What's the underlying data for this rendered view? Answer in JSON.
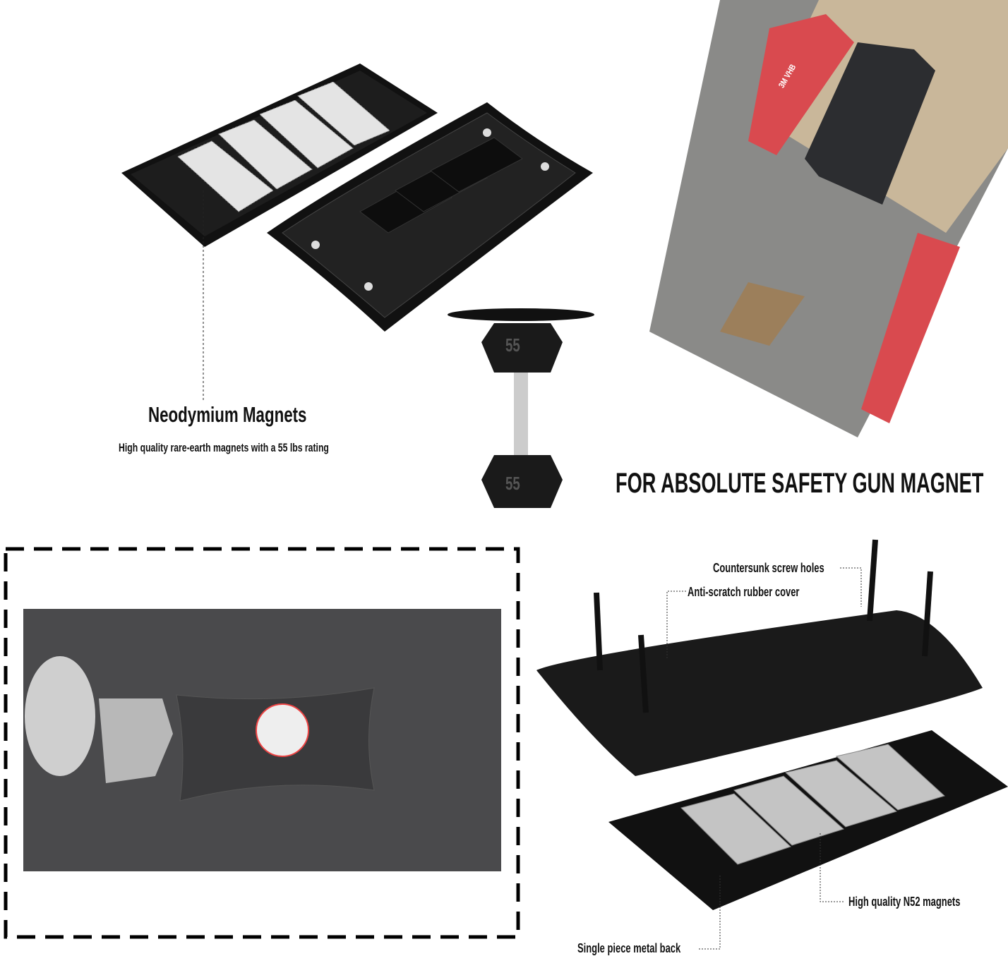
{
  "top_left": {
    "title": "Neodymium Magnets",
    "subtitle": "High quality rare-earth magnets with a 55 lbs rating",
    "dumbbell_weight_top": "55",
    "dumbbell_weight_bottom": "55"
  },
  "headline": "FOR ABSOLUTE SAFETY GUN MAGNET",
  "kit_photo": {
    "tape_label": "3M VHB"
  },
  "exploded_view": {
    "labels": {
      "screw_holes": "Countersunk screw holes",
      "rubber_cover": "Anti-scratch rubber cover",
      "magnets": "High quality N52 magnets",
      "metal_back": "Single piece metal back"
    }
  },
  "colors": {
    "product_black": "#1a1a1a",
    "magnet_silver": "#d8d8d8",
    "tape_red": "#d94a4f",
    "foam_grey": "#8a8a88"
  }
}
